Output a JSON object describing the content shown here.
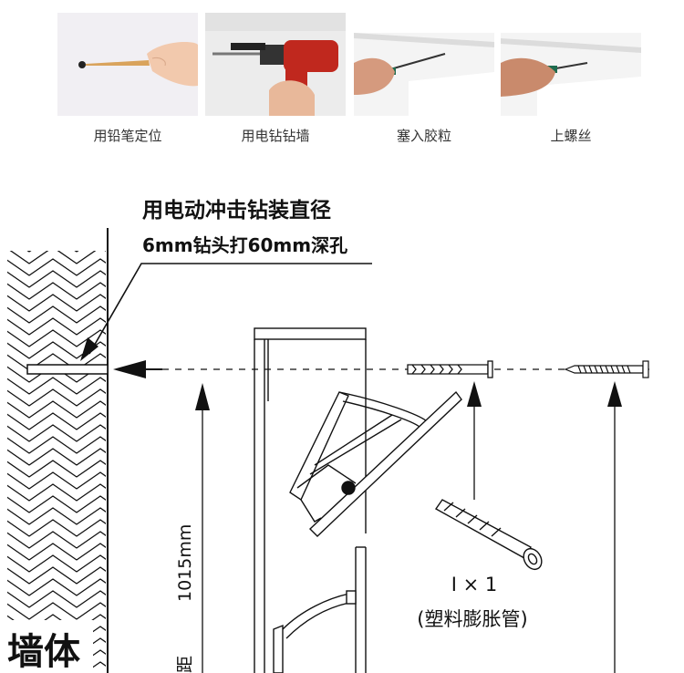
{
  "steps": [
    {
      "caption": "用铅笔定位",
      "icon": "pencil-marking-photo"
    },
    {
      "caption": "用电钻钻墙",
      "icon": "drill-photo"
    },
    {
      "caption": "塞入胶粒",
      "icon": "screwdriver-anchor-photo"
    },
    {
      "caption": "上螺丝",
      "icon": "screwdriver-screw-photo"
    }
  ],
  "diagram": {
    "drill_note_line1": "用电动冲击钻装直径",
    "drill_note_line2": "6mm钻头打60mm深孔",
    "height_label": "1015mm",
    "height_prefix": "距",
    "wall_label": "墙体",
    "quantity_label": "I × 1",
    "anchor_label": "(塑料膨胀管)"
  },
  "colors": {
    "line": "#111111",
    "photo_wall": "#f0f0f0",
    "drill_body": "#c0281e"
  }
}
